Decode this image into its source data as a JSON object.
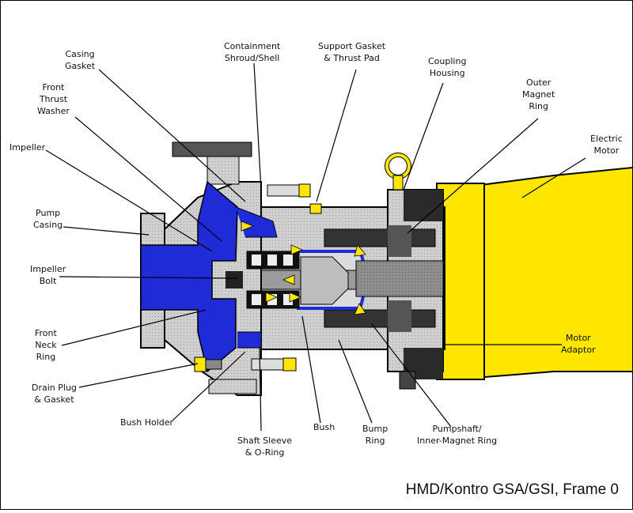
{
  "labels": {
    "casing_gasket": "Casing\nGasket",
    "containment_shroud": "Containment\nShroud/Shell",
    "support_gasket": "Support Gasket\n& Thrust Pad",
    "coupling_housing": "Coupling\nHousing",
    "outer_magnet_ring": "Outer\nMagnet\nRing",
    "electric_motor": "Electric\nMotor",
    "front_thrust_washer": "Front\nThrust\nWasher",
    "impeller": "Impeller",
    "pump_casing": "Pump\nCasing",
    "impeller_bolt": "Impeller\nBolt",
    "front_neck_ring": "Front\nNeck\nRing",
    "drain_plug": "Drain Plug\n& Gasket",
    "bush_holder": "Bush Holder",
    "shaft_sleeve": "Shaft Sleeve\n& O-Ring",
    "bush": "Bush",
    "bump_ring": "Bump\nRing",
    "pumpshaft": "Pumpshaft/\nInner-Magnet Ring",
    "motor_adaptor": "Motor\nAdaptor"
  },
  "caption": "HMD/Kontro GSA/GSI, Frame 0",
  "colors": {
    "fluid": "#1f2bd6",
    "motor": "#ffe600",
    "metal_dark": "#555555",
    "metal_light": "#c8c8c8",
    "arrow": "#ffe600"
  }
}
